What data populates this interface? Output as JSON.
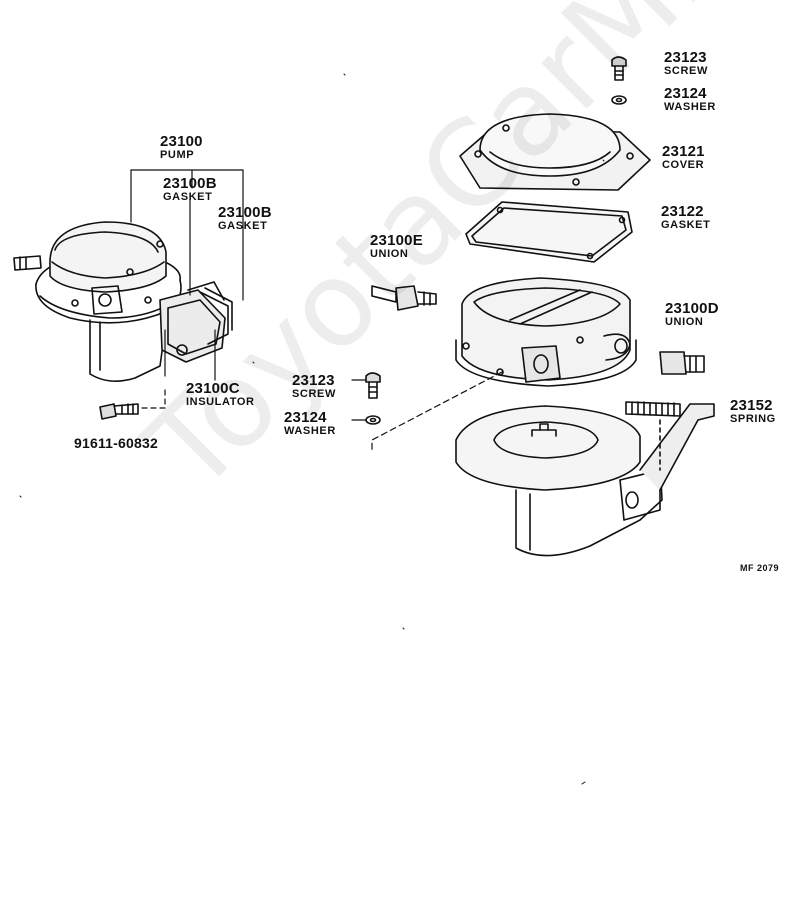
{
  "labels": {
    "pump": {
      "num": "23100",
      "name": "PUMP"
    },
    "gasket_a": {
      "num": "23100B",
      "name": "GASKET"
    },
    "gasket_b": {
      "num": "23100B",
      "name": "GASKET"
    },
    "insulator": {
      "num": "23100C",
      "name": "INSULATOR"
    },
    "bolt": {
      "num": "91611-60832"
    },
    "union_e": {
      "num": "23100E",
      "name": "UNION"
    },
    "screw_left": {
      "num": "23123",
      "name": "SCREW"
    },
    "washer_left": {
      "num": "23124",
      "name": "WASHER"
    },
    "screw_top": {
      "num": "23123",
      "name": "SCREW"
    },
    "washer_top": {
      "num": "23124",
      "name": "WASHER"
    },
    "cover": {
      "num": "23121",
      "name": "COVER"
    },
    "gasket_right": {
      "num": "23122",
      "name": "GASKET"
    },
    "union_d": {
      "num": "23100D",
      "name": "UNION"
    },
    "spring": {
      "num": "23152",
      "name": "SPRING"
    }
  },
  "figure_code": "MF 2079",
  "watermark": "ToyotaCarMine.ru",
  "line_color": "#111111"
}
